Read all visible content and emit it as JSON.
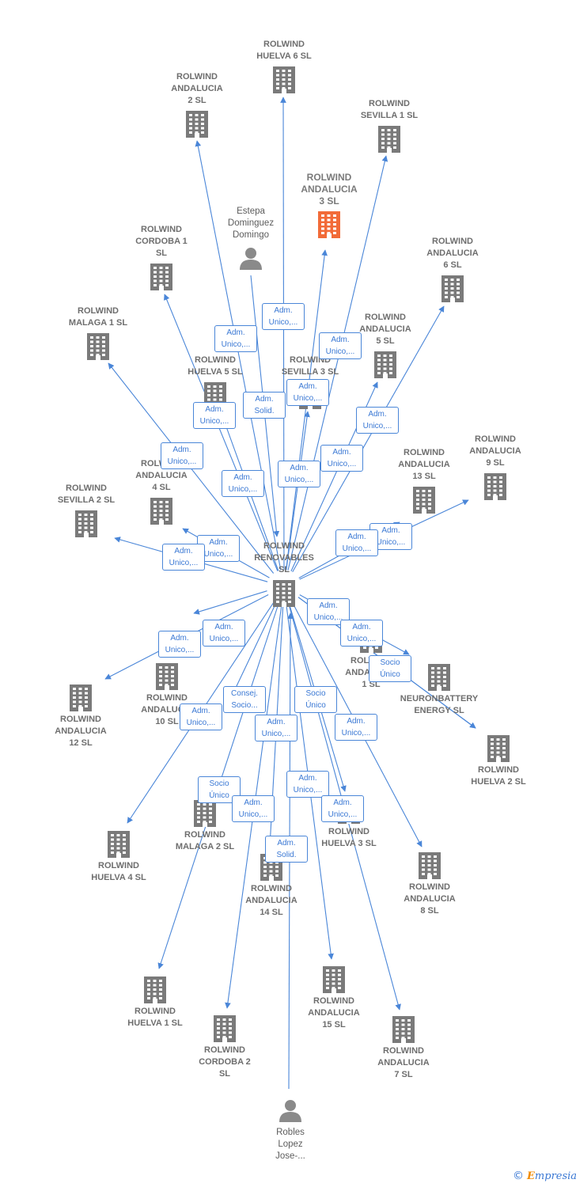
{
  "colors": {
    "edge": "#4a86d8",
    "building": "#7a7a7a",
    "focus_building": "#f26b38",
    "person": "#8a8a8a",
    "label_text": "#3a78d4"
  },
  "nodes": [
    {
      "id": "center",
      "label": "ROLWIND\nRENOVABLES\nSL",
      "kind": "company"
    },
    {
      "id": "focus",
      "label": "ROLWIND\nANDALUCIA\n3  SL",
      "kind": "company",
      "focus": true
    },
    {
      "id": "huelva6",
      "label": "ROLWIND\nHUELVA 6  SL",
      "kind": "company"
    },
    {
      "id": "andalucia2",
      "label": "ROLWIND\nANDALUCIA\n2  SL",
      "kind": "company"
    },
    {
      "id": "sevilla1",
      "label": "ROLWIND\nSEVILLA 1  SL",
      "kind": "company"
    },
    {
      "id": "estepa",
      "label": "Estepa\nDominguez\nDomingo",
      "kind": "person"
    },
    {
      "id": "cordoba1",
      "label": "ROLWIND\nCORDOBA 1\nSL",
      "kind": "company"
    },
    {
      "id": "andalucia6",
      "label": "ROLWIND\nANDALUCIA\n6  SL",
      "kind": "company"
    },
    {
      "id": "malaga1",
      "label": "ROLWIND\nMALAGA 1  SL",
      "kind": "company"
    },
    {
      "id": "andalucia5",
      "label": "ROLWIND\nANDALUCIA\n5  SL",
      "kind": "company"
    },
    {
      "id": "sevilla3",
      "label": "ROLWIND\nSEVILLA 3  SL",
      "kind": "company"
    },
    {
      "id": "huelva5",
      "label": "ROLWIND\nHUELVA 5  SL",
      "kind": "company"
    },
    {
      "id": "andalucia9",
      "label": "ROLWIND\nANDALUCIA\n9  SL",
      "kind": "company"
    },
    {
      "id": "andalucia13",
      "label": "ROLWIND\nANDALUCIA\n13  SL",
      "kind": "company"
    },
    {
      "id": "andalucia4",
      "label": "ROLWIND\nANDALUCIA\n4  SL",
      "kind": "company"
    },
    {
      "id": "sevilla2",
      "label": "ROLWIND\nSEVILLA 2  SL",
      "kind": "company"
    },
    {
      "id": "andalucia1",
      "label": "ROLWIND\nANDALUCIA\n1  SL",
      "kind": "company"
    },
    {
      "id": "neuron",
      "label": "NEURONBATTERY\nENERGY  SL",
      "kind": "company"
    },
    {
      "id": "andalucia10",
      "label": "ROLWIND\nANDALUCIA\n10  SL",
      "kind": "company"
    },
    {
      "id": "andalucia12",
      "label": "ROLWIND\nANDALUCIA\n12  SL",
      "kind": "company"
    },
    {
      "id": "huelva2",
      "label": "ROLWIND\nHUELVA 2  SL",
      "kind": "company"
    },
    {
      "id": "malaga2",
      "label": "ROLWIND\nMALAGA 2  SL",
      "kind": "company"
    },
    {
      "id": "huelva4",
      "label": "ROLWIND\nHUELVA 4  SL",
      "kind": "company"
    },
    {
      "id": "huelva3",
      "label": "ROLWIND\nHUELVA 3  SL",
      "kind": "company"
    },
    {
      "id": "andalucia14",
      "label": "ROLWIND\nANDALUCIA\n14  SL",
      "kind": "company"
    },
    {
      "id": "andalucia8",
      "label": "ROLWIND\nANDALUCIA\n8  SL",
      "kind": "company"
    },
    {
      "id": "huelva1",
      "label": "ROLWIND\nHUELVA 1  SL",
      "kind": "company"
    },
    {
      "id": "andalucia15",
      "label": "ROLWIND\nANDALUCIA\n15  SL",
      "kind": "company"
    },
    {
      "id": "cordoba2",
      "label": "ROLWIND\nCORDOBA 2\nSL",
      "kind": "company"
    },
    {
      "id": "andalucia7",
      "label": "ROLWIND\nANDALUCIA\n7  SL",
      "kind": "company"
    },
    {
      "id": "robles",
      "label": "Robles\nLopez\nJose-...",
      "kind": "person"
    }
  ],
  "edges": [
    {
      "from": "center",
      "to": "huelva6",
      "label": "Adm.\nUnico,..."
    },
    {
      "from": "center",
      "to": "andalucia2",
      "label": "Adm.\nUnico,..."
    },
    {
      "from": "center",
      "to": "sevilla1",
      "label": "Adm.\nUnico,..."
    },
    {
      "from": "center",
      "to": "focus",
      "label": "Adm.\nUnico,..."
    },
    {
      "from": "estepa",
      "to": "center",
      "label": "Adm.\nSolid."
    },
    {
      "from": "center",
      "to": "cordoba1",
      "label": "Adm.\nUnico,..."
    },
    {
      "from": "center",
      "to": "andalucia6",
      "label": "Adm.\nUnico,..."
    },
    {
      "from": "center",
      "to": "malaga1",
      "label": "Adm.\nUnico,..."
    },
    {
      "from": "center",
      "to": "andalucia5",
      "label": "Adm.\nUnico,..."
    },
    {
      "from": "center",
      "to": "sevilla3",
      "label": "Adm.\nUnico,..."
    },
    {
      "from": "center",
      "to": "huelva5",
      "label": "Adm.\nUnico,..."
    },
    {
      "from": "center",
      "to": "andalucia9",
      "label": "Adm.\nUnico,..."
    },
    {
      "from": "center",
      "to": "andalucia13",
      "label": "Adm.\nUnico,..."
    },
    {
      "from": "center",
      "to": "andalucia4",
      "label": "Adm.\nUnico,..."
    },
    {
      "from": "center",
      "to": "sevilla2",
      "label": "Adm.\nUnico,..."
    },
    {
      "from": "center",
      "to": "andalucia1",
      "label": "Adm.\nUnico,..."
    },
    {
      "from": "center",
      "to": "neuron",
      "label": "Socio\nÚnico"
    },
    {
      "from": "center",
      "to": "andalucia10",
      "label": "Adm.\nUnico,..."
    },
    {
      "from": "center",
      "to": "andalucia12",
      "label": "Adm.\nUnico,..."
    },
    {
      "from": "center",
      "to": "huelva2",
      "label": "Adm.\nUnico,..."
    },
    {
      "from": "center",
      "to": "malaga2",
      "label": "Socio\nÚnico"
    },
    {
      "from": "center",
      "to": "huelva4",
      "label": "Adm.\nUnico,..."
    },
    {
      "from": "center",
      "to": "huelva3",
      "label": "Socio\nÚnico"
    },
    {
      "from": "center",
      "to": "andalucia14",
      "label": "Adm.\nUnico,..."
    },
    {
      "from": "center",
      "to": "andalucia8",
      "label": "Adm.\nUnico,..."
    },
    {
      "from": "center",
      "to": "huelva1",
      "label": "Consej.\nSocio..."
    },
    {
      "from": "center",
      "to": "andalucia15",
      "label": "Adm.\nUnico,..."
    },
    {
      "from": "center",
      "to": "cordoba2",
      "label": "Adm.\nUnico,..."
    },
    {
      "from": "center",
      "to": "andalucia7",
      "label": "Adm.\nUnico,..."
    },
    {
      "from": "robles",
      "to": "center",
      "label": "Adm.\nSolid."
    }
  ],
  "brand": {
    "copyright": "©",
    "name_first": "E",
    "name_rest": "mpresia"
  }
}
